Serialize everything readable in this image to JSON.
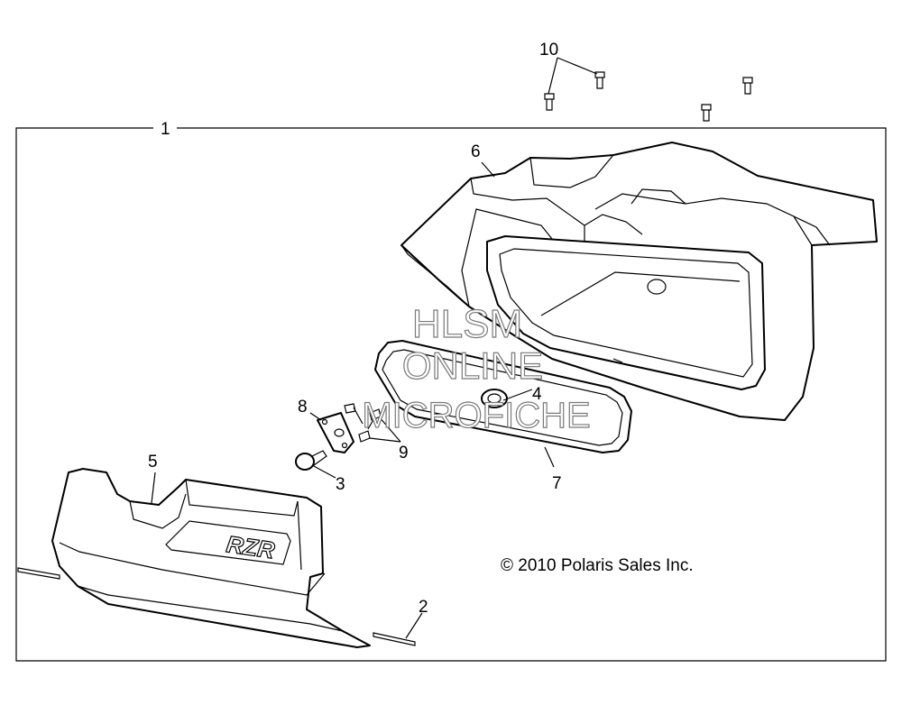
{
  "diagram": {
    "callouts": {
      "c1": "1",
      "c2": "2",
      "c3": "3",
      "c4": "4",
      "c5": "5",
      "c6": "6",
      "c7": "7",
      "c8": "8",
      "c9": "9",
      "c10": "10"
    },
    "copyright": "© 2010 Polaris Sales Inc.",
    "watermark": {
      "line1": "HLSM",
      "line2": "ONLINE",
      "line3": "MICROFICHE"
    },
    "logo_text": "RZR"
  }
}
